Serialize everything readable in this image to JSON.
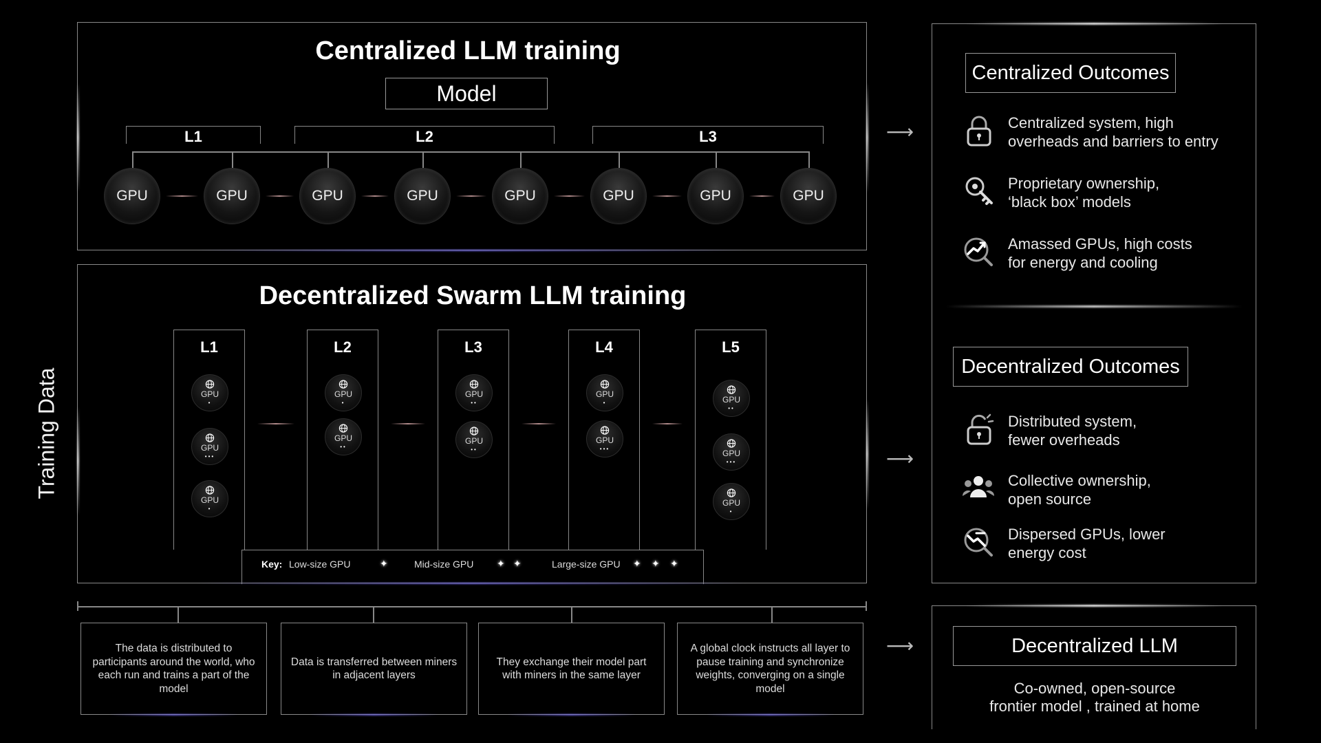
{
  "centralized": {
    "title": "Centralized LLM training",
    "model_label": "Model",
    "layers": [
      "L1",
      "L2",
      "L3"
    ],
    "gpu_label": "GPU",
    "gpu_count": 8
  },
  "decentralized": {
    "title": "Decentralized Swarm LLM training",
    "columns": [
      {
        "label": "L1",
        "gpus": [
          {
            "size": 1
          },
          {
            "size": 3
          },
          {
            "size": 1
          }
        ]
      },
      {
        "label": "L2",
        "gpus": [
          {
            "size": 1
          },
          {
            "size": 2
          }
        ]
      },
      {
        "label": "L3",
        "gpus": [
          {
            "size": 2
          },
          {
            "size": 2
          }
        ]
      },
      {
        "label": "L4",
        "gpus": [
          {
            "size": 1
          },
          {
            "size": 3
          }
        ]
      },
      {
        "label": "L5",
        "gpus": [
          {
            "size": 2
          },
          {
            "size": 3
          },
          {
            "size": 1
          }
        ]
      }
    ],
    "gpu_label": "GPU",
    "key": {
      "label": "Key:",
      "low": "Low-size GPU",
      "mid": "Mid-size GPU",
      "large": "Large-size GPU"
    }
  },
  "side_label": "Training Data",
  "steps": [
    "The data is distributed to participants around the world, who each run and trains a part of the model",
    "Data is transferred between miners in adjacent layers",
    "They exchange their model part with miners in the same layer",
    "A global clock instructs all layer to pause training and synchronize weights, converging on a single model"
  ],
  "centralized_outcomes": {
    "title": "Centralized Outcomes",
    "items": [
      {
        "icon": "lock-icon",
        "line1": "Centralized system, high",
        "line2": "overheads and barriers to entry"
      },
      {
        "icon": "key-icon",
        "line1": "Proprietary ownership,",
        "line2": "‘black box’ models"
      },
      {
        "icon": "trend-up-icon",
        "line1": "Amassed GPUs, high costs",
        "line2": "for energy and cooling"
      }
    ]
  },
  "decentralized_outcomes": {
    "title": "Decentralized Outcomes",
    "items": [
      {
        "icon": "unlock-icon",
        "line1": "Distributed system,",
        "line2": "fewer overheads"
      },
      {
        "icon": "people-icon",
        "line1": "Collective ownership,",
        "line2": "open source"
      },
      {
        "icon": "trend-down-icon",
        "line1": "Dispersed GPUs, lower",
        "line2": "energy cost"
      }
    ]
  },
  "decentralized_llm": {
    "title": "Decentralized LLM",
    "line1": "Co-owned, open-source",
    "line2": "frontier model , trained at home"
  },
  "arrows": [
    "⟶",
    "⟶",
    "⟶"
  ]
}
